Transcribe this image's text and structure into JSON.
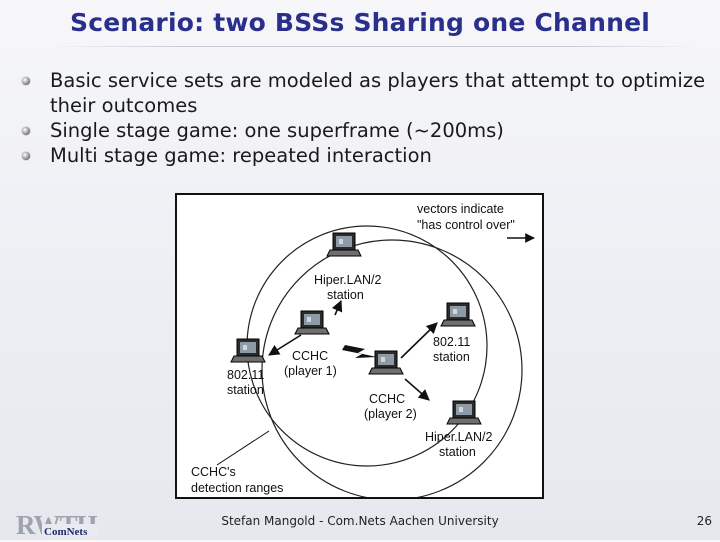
{
  "slide": {
    "title": "Scenario: two BSSs Sharing one Channel",
    "bullets": [
      "Basic service sets are modeled as players that attempt to optimize their outcomes",
      "Single stage game: one superframe (~200ms)",
      "Multi stage game: repeated interaction"
    ]
  },
  "figure": {
    "legend": {
      "line1": "vectors indicate",
      "line2": "\"has control over\""
    },
    "stations": {
      "hiperlan_top": [
        "Hiper.LAN/2",
        "station"
      ],
      "cchc1": [
        "CCHC",
        "(player 1)"
      ],
      "s80211_left": [
        "802.11",
        "station"
      ],
      "s80211_right": [
        "802.11",
        "station"
      ],
      "cchc2": [
        "CCHC",
        "(player 2)"
      ],
      "hiperlan_bottom": [
        "Hiper.LAN/2",
        "station"
      ]
    },
    "ranges_label": [
      "CCHC's",
      "detection ranges"
    ]
  },
  "footer": {
    "center": "Stefan Mangold - Com.Nets Aachen University",
    "page": "26",
    "logo_main": "RWTH",
    "logo_sub": "ComNets"
  },
  "colors": {
    "title": "#2a2f8c",
    "logo": "#9ea3ad"
  }
}
